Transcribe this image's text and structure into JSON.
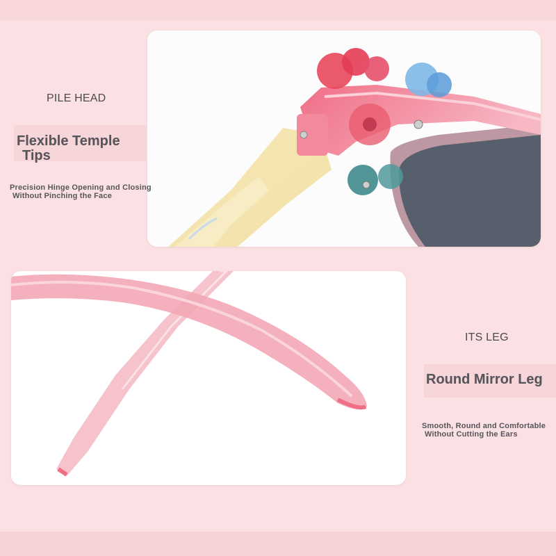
{
  "features": [
    {
      "label": "PILE HEAD",
      "title_line1": "Flexible Temple",
      "title_line2": "Tips",
      "desc_line1": "Precision Hinge Opening and Closing",
      "desc_line2": "Without Pinching the Face"
    },
    {
      "label": "ITS LEG",
      "title_line1": "Round Mirror Leg",
      "desc_line1": "Smooth, Round and Comfortable",
      "desc_line2": "Without Cutting the Ears"
    }
  ],
  "colors": {
    "background": "#fbe1e3",
    "frame_pink": "#f28a9c",
    "lens_gray": "#5a6270",
    "text": "#55555a"
  },
  "icons": [
    "sunglasses-hinge-photo",
    "sunglasses-temple-photo"
  ]
}
